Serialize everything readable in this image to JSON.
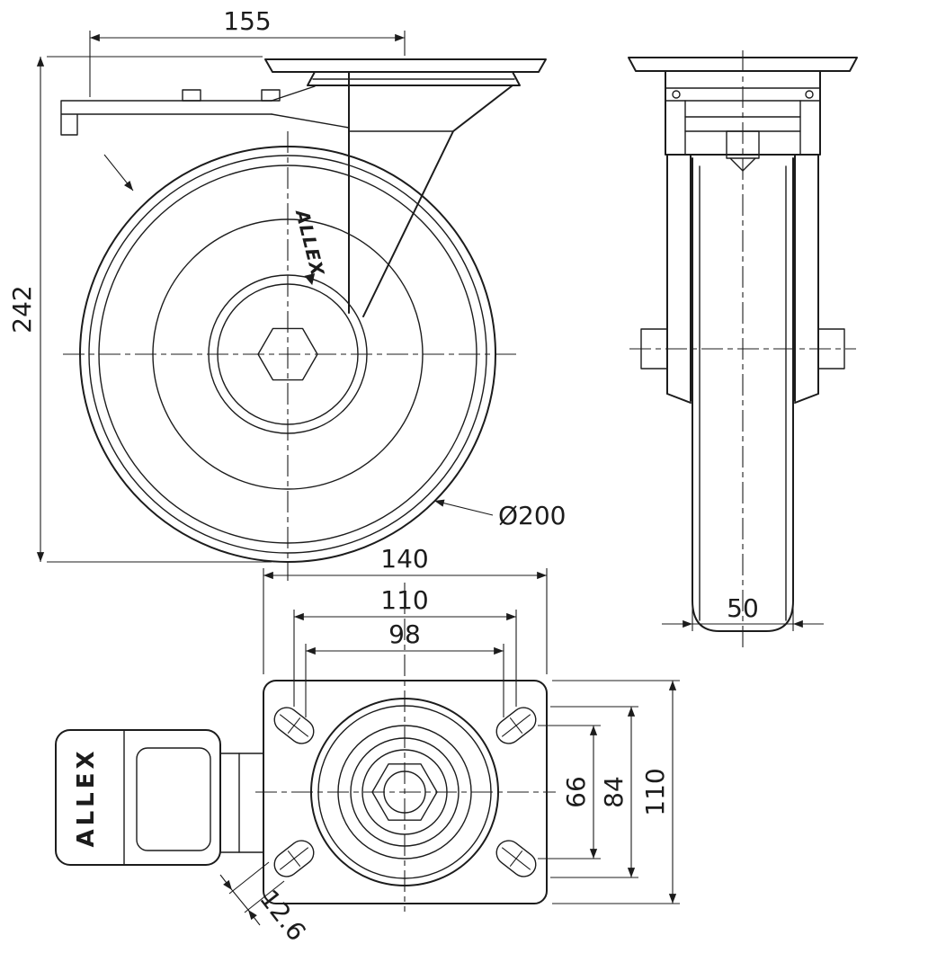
{
  "drawing": {
    "background": "#ffffff",
    "line_color": "#1c1c1c",
    "brand": "ALLEX",
    "side_view": {
      "dim_plate_offset": "155",
      "dim_overall_height": "242",
      "dim_wheel_diameter": "Ø200"
    },
    "front_view": {
      "dim_wheel_width": "50"
    },
    "top_view": {
      "dim_plate_width": "140",
      "dim_bolt_span_h_outer": "110",
      "dim_bolt_span_h_inner": "98",
      "dim_bolt_span_v_inner": "66",
      "dim_bolt_span_v_outer": "84",
      "dim_plate_depth": "110",
      "dim_slot_width": "12.6"
    }
  }
}
